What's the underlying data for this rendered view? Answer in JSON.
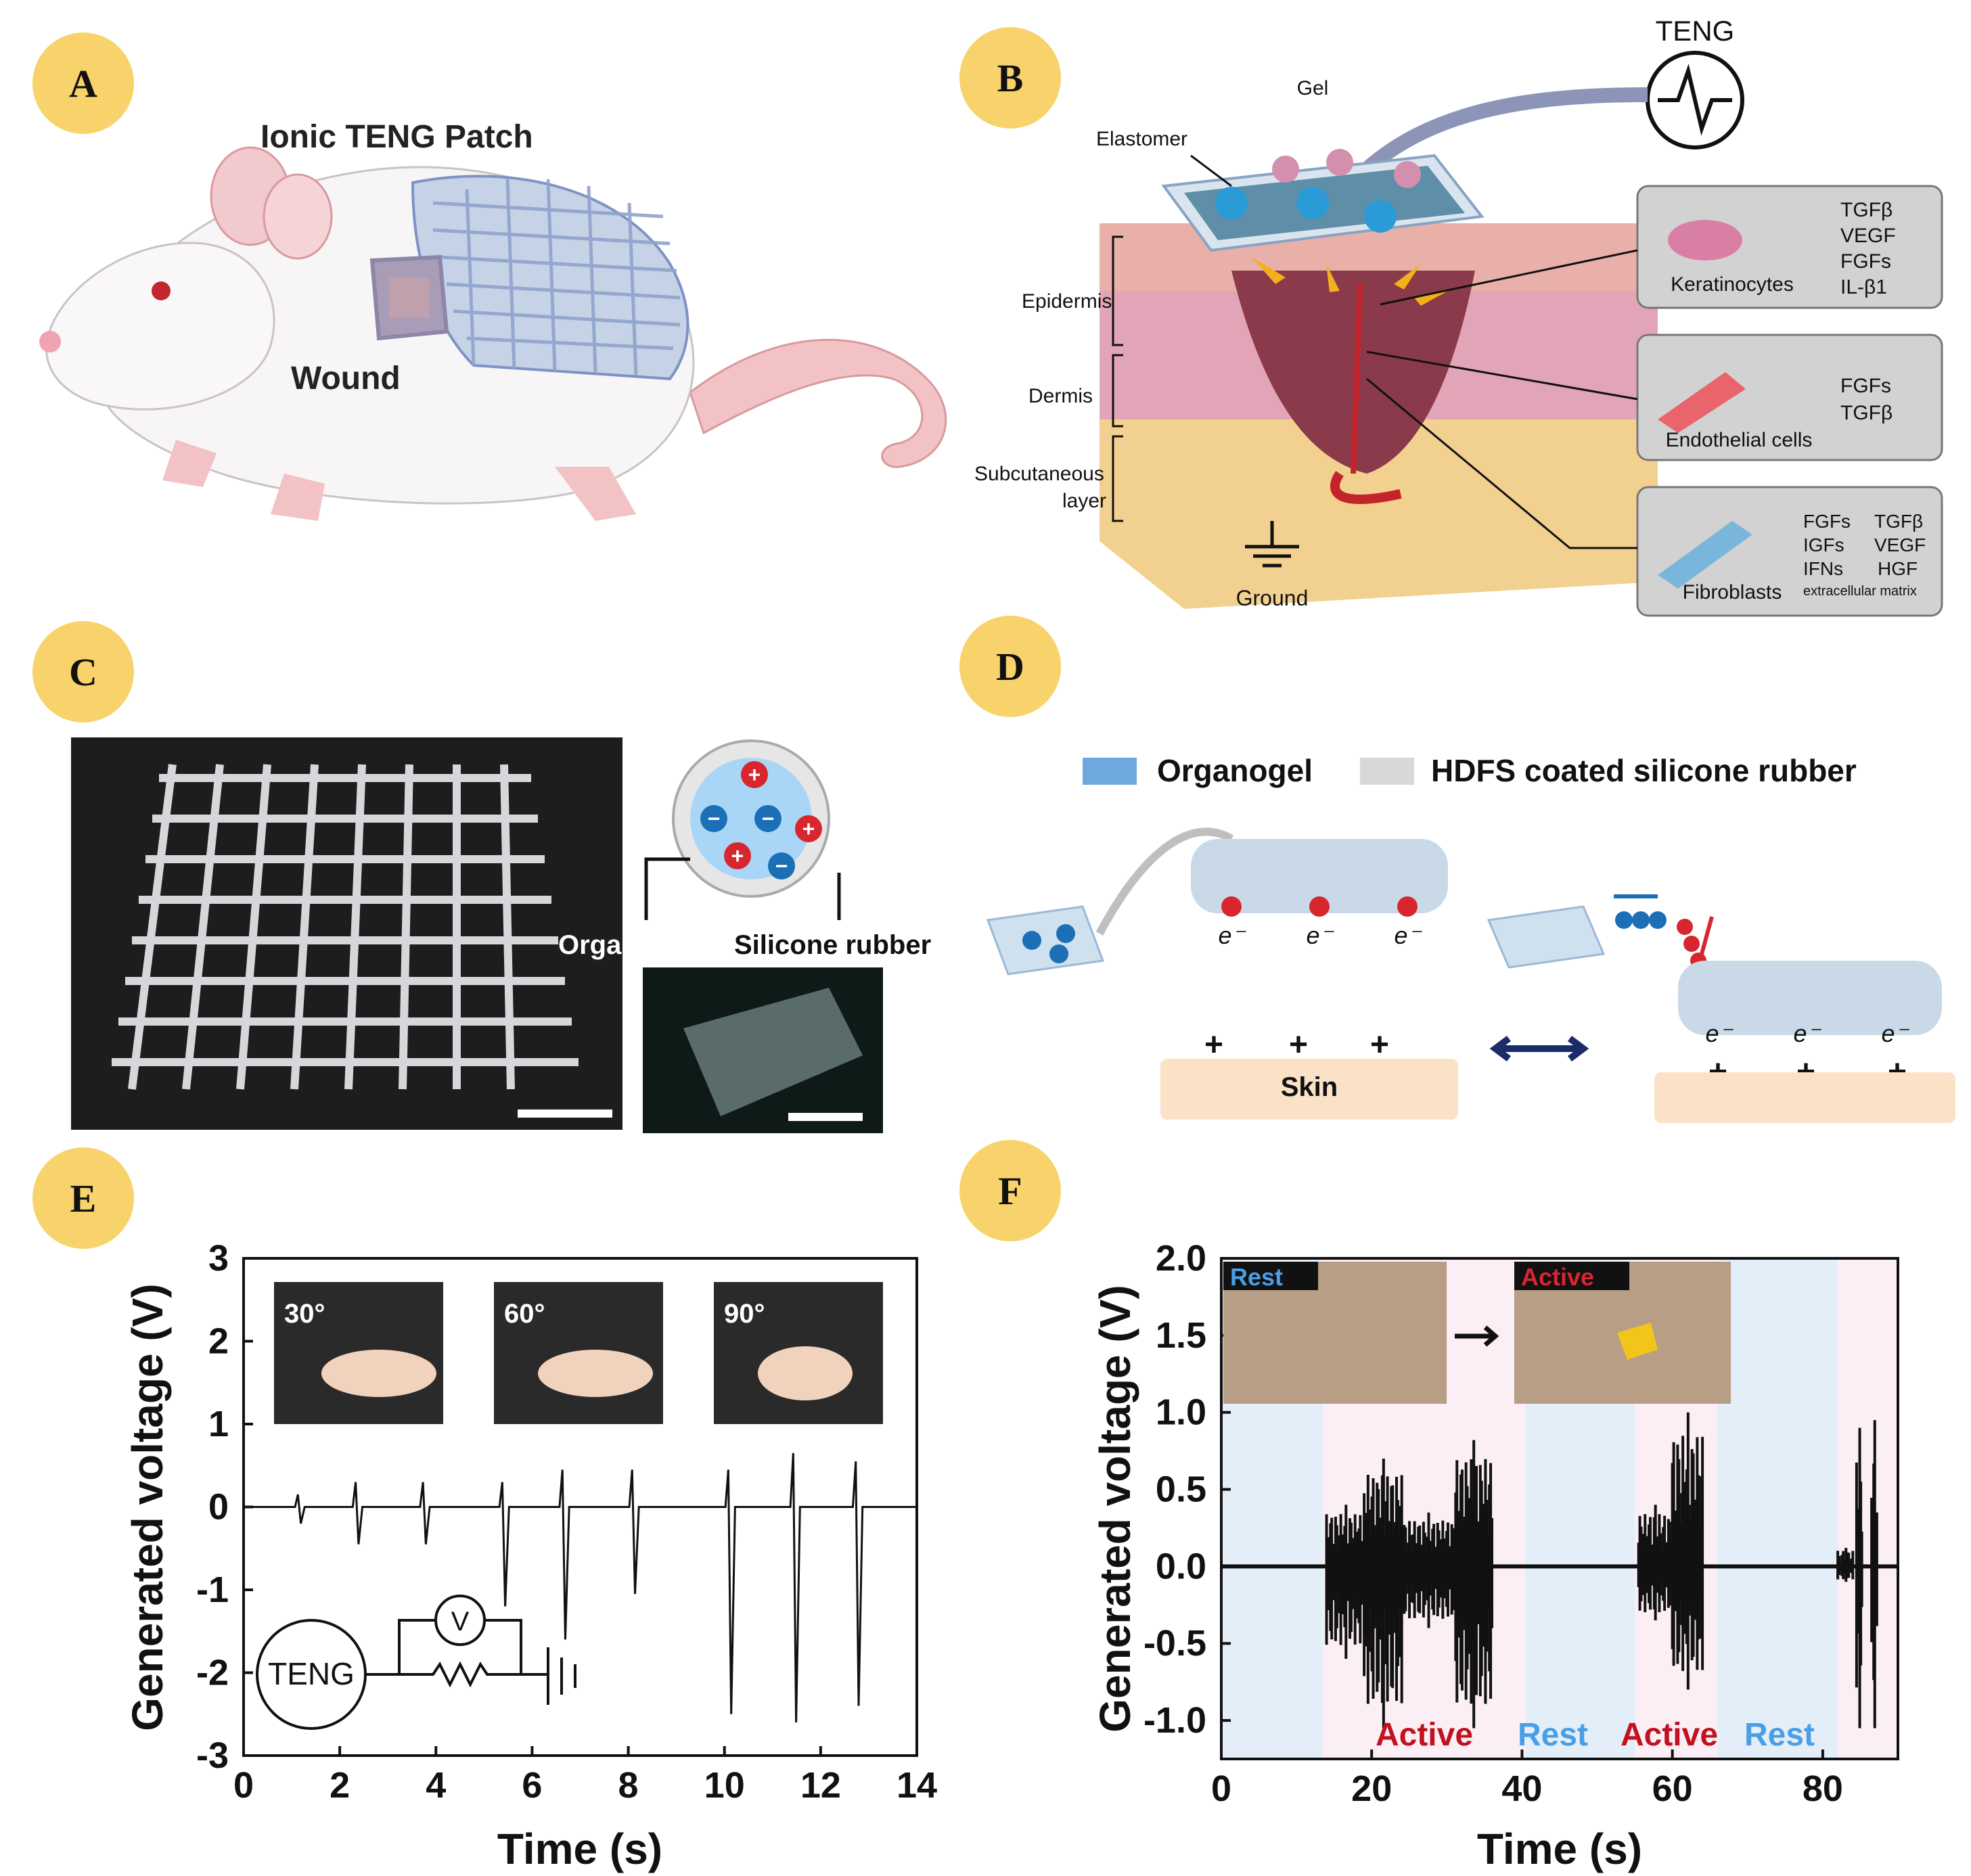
{
  "panels": {
    "a": {
      "letter": "A",
      "title": "Ionic TENG Patch",
      "wound": "Wound"
    },
    "b": {
      "letter": "B",
      "teng": "TENG",
      "gel": "Gel",
      "elastomer": "Elastomer",
      "layers": [
        "Epidermis",
        "Dermis",
        "Subcutaneous",
        "layer"
      ],
      "ground": "Ground",
      "cells": [
        {
          "name": "Keratinocytes",
          "factors": [
            "TGFβ",
            "VEGF",
            "FGFs",
            "IL-β1"
          ]
        },
        {
          "name": "Endothelial cells",
          "factors": [
            "FGFs",
            "TGFβ"
          ]
        },
        {
          "name": "Fibroblasts",
          "factors": [
            "FGFs",
            "TGFβ",
            "IGFs",
            "VEGF",
            "IFNs",
            "HGF",
            "extracellular matrix"
          ]
        }
      ]
    },
    "c": {
      "letter": "C",
      "organogel": "Organogel",
      "silicone": "Silicone rubber"
    },
    "d": {
      "letter": "D",
      "legend": [
        "Organogel",
        "HDFS coated silicone rubber"
      ],
      "skin": "Skin",
      "electron": "e⁻"
    },
    "e": {
      "letter": "E",
      "insets": [
        "30°",
        "60°",
        "90°"
      ],
      "circuit_teng": "TENG",
      "circuit_v": "V"
    },
    "f": {
      "letter": "F",
      "inset_rest": "Rest",
      "inset_active": "Active",
      "phase_labels": [
        "Active",
        "Rest",
        "Active",
        "Rest"
      ]
    }
  },
  "chart_data": [
    {
      "type": "line",
      "panel": "E",
      "xlabel": "Time (s)",
      "ylabel": "Generated voltage (V)",
      "xlim": [
        0,
        14
      ],
      "ylim": [
        -3,
        3
      ],
      "xticks": [
        0,
        2,
        4,
        6,
        8,
        10,
        12,
        14
      ],
      "yticks": [
        -3,
        -2,
        -1,
        0,
        1,
        2,
        3
      ],
      "spikes": [
        {
          "t": 1.15,
          "pos": 0.15,
          "neg": -0.2
        },
        {
          "t": 2.35,
          "pos": 0.3,
          "neg": -0.45
        },
        {
          "t": 3.75,
          "pos": 0.3,
          "neg": -0.45
        },
        {
          "t": 5.4,
          "pos": 0.3,
          "neg": -1.2
        },
        {
          "t": 6.65,
          "pos": 0.45,
          "neg": -1.6
        },
        {
          "t": 8.1,
          "pos": 0.45,
          "neg": -1.05
        },
        {
          "t": 10.1,
          "pos": 0.45,
          "neg": -2.5
        },
        {
          "t": 11.45,
          "pos": 0.65,
          "neg": -2.6
        },
        {
          "t": 12.75,
          "pos": 0.55,
          "neg": -2.4
        }
      ]
    },
    {
      "type": "line",
      "panel": "F",
      "xlabel": "Time (s)",
      "ylabel": "Generated voltage (V)",
      "xlim": [
        0,
        90
      ],
      "ylim": [
        -1.25,
        2.0
      ],
      "xticks": [
        0,
        20,
        40,
        60,
        80
      ],
      "yticks": [
        -1.0,
        -0.5,
        0.0,
        0.5,
        1.0,
        1.5,
        2.0
      ],
      "regions": [
        {
          "from": 0,
          "to": 13.5,
          "state": "rest"
        },
        {
          "from": 13.5,
          "to": 40.5,
          "state": "active"
        },
        {
          "from": 40.5,
          "to": 55,
          "state": "rest"
        },
        {
          "from": 55,
          "to": 66,
          "state": "active"
        },
        {
          "from": 66,
          "to": 82,
          "state": "rest"
        },
        {
          "from": 82,
          "to": 90,
          "state": "active"
        }
      ],
      "bursts": [
        {
          "from": 14,
          "to": 19,
          "max": 0.4,
          "min": -0.6
        },
        {
          "from": 19,
          "to": 24,
          "max": 0.7,
          "min": -1.05
        },
        {
          "from": 24,
          "to": 31,
          "max": 0.35,
          "min": -0.4
        },
        {
          "from": 31,
          "to": 36,
          "max": 0.82,
          "min": -1.05
        },
        {
          "from": 55.5,
          "to": 60,
          "max": 0.4,
          "min": -0.35
        },
        {
          "from": 60,
          "to": 64,
          "max": 1.0,
          "min": -0.8
        },
        {
          "from": 82,
          "to": 84,
          "max": 0.12,
          "min": -0.1
        },
        {
          "from": 84.5,
          "to": 85.2,
          "max": 0.9,
          "min": -1.05
        },
        {
          "from": 86.5,
          "to": 87.2,
          "max": 0.95,
          "min": -1.05
        }
      ]
    }
  ]
}
